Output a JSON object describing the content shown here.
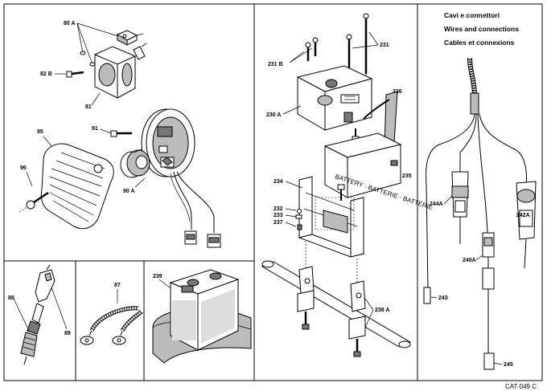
{
  "diagram_code": "CAT-049 C",
  "titles": {
    "it": "Cavi e connettori",
    "en": "Wires and connections",
    "fr": "Cables et connexions"
  },
  "battery_text": "BATTERY · BATTERIE · BATTERIE",
  "labels": {
    "p80a": "80 A",
    "p82b": "82 B",
    "p81": "81",
    "p91": "91",
    "p95": "95",
    "p96": "96",
    "p90a": "90 A",
    "p231": "231",
    "p231b": "231 B",
    "p230a": "230 A",
    "p236": "236",
    "p235": "235",
    "p234": "234",
    "p232": "232",
    "p233": "233",
    "p237": "237",
    "p238a": "238 A",
    "p88": "88",
    "p89": "89",
    "p87": "87",
    "p239": "239",
    "p244a": "244A",
    "p242a": "242A",
    "p240a": "240A",
    "p243": "243",
    "p245": "245"
  }
}
